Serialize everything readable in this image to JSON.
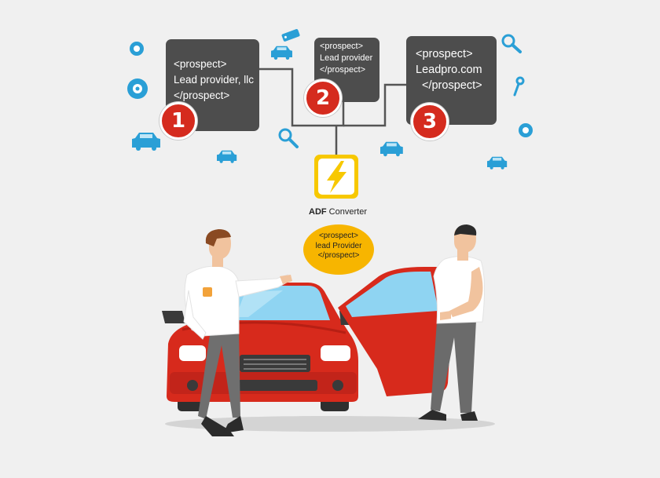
{
  "prospects": [
    {
      "number": "1",
      "lines": [
        "<prospect>",
        "Lead provider, llc",
        "</prospect>"
      ]
    },
    {
      "number": "2",
      "lines": [
        "<prospect>",
        "Lead provider",
        "</prospect>"
      ]
    },
    {
      "number": "3",
      "lines": [
        "<prospect>",
        "Leadpro.com",
        "</prospect>"
      ]
    }
  ],
  "converter": {
    "label_bold": "ADF",
    "label_rest": " Converter",
    "icon": "lightning-bolt-icon",
    "color": "#f7c800"
  },
  "output": {
    "lines": [
      "<prospect>",
      "lead Provider",
      "</prospect>"
    ],
    "color": "#f7b500"
  },
  "decorative_icons": [
    "car-icon",
    "search-icon",
    "wheel-icon",
    "key-icon",
    "price-tag-icon"
  ],
  "colors": {
    "box": "#4d4d4d",
    "badge": "#d52b1e",
    "accent_blue": "#2a9fd6",
    "car_red": "#d72a1c"
  }
}
